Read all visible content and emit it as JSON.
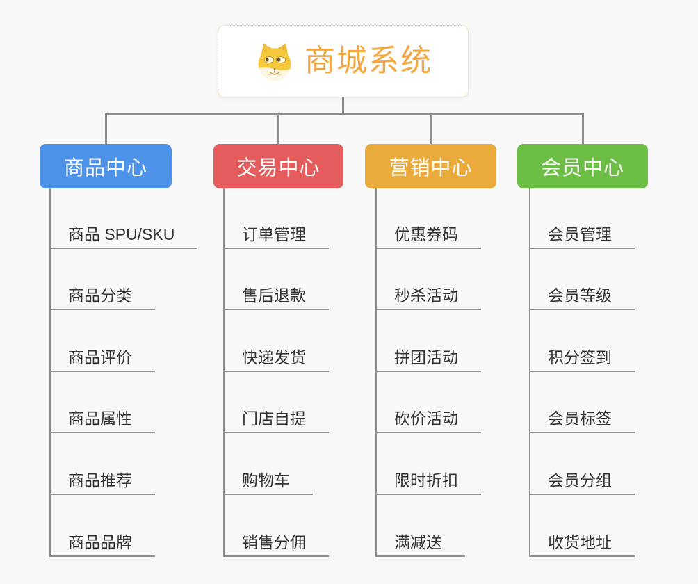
{
  "root": {
    "label": "商城系统",
    "icon": "doge-icon"
  },
  "branches": [
    {
      "label": "商品中心",
      "color": "#4b92e8",
      "items": [
        "商品 SPU/SKU",
        "商品分类",
        "商品评价",
        "商品属性",
        "商品推荐",
        "商品品牌"
      ]
    },
    {
      "label": "交易中心",
      "color": "#e45c5c",
      "items": [
        "订单管理",
        "售后退款",
        "快递发货",
        "门店自提",
        "购物车",
        "销售分佣"
      ]
    },
    {
      "label": "营销中心",
      "color": "#ebaa3c",
      "items": [
        "优惠券码",
        "秒杀活动",
        "拼团活动",
        "砍价活动",
        "限时折扣",
        "满减送"
      ]
    },
    {
      "label": "会员中心",
      "color": "#6dbe45",
      "items": [
        "会员管理",
        "会员等级",
        "积分签到",
        "会员标签",
        "会员分组",
        "收货地址"
      ]
    }
  ],
  "colors": {
    "background": "#f8f8f8",
    "connector": "#8c8c8c",
    "underline": "#8f8f8f",
    "item_text": "#333333",
    "root_border": "#f5c571",
    "root_text": "#f2a742",
    "branch_text": "#ffffff"
  }
}
